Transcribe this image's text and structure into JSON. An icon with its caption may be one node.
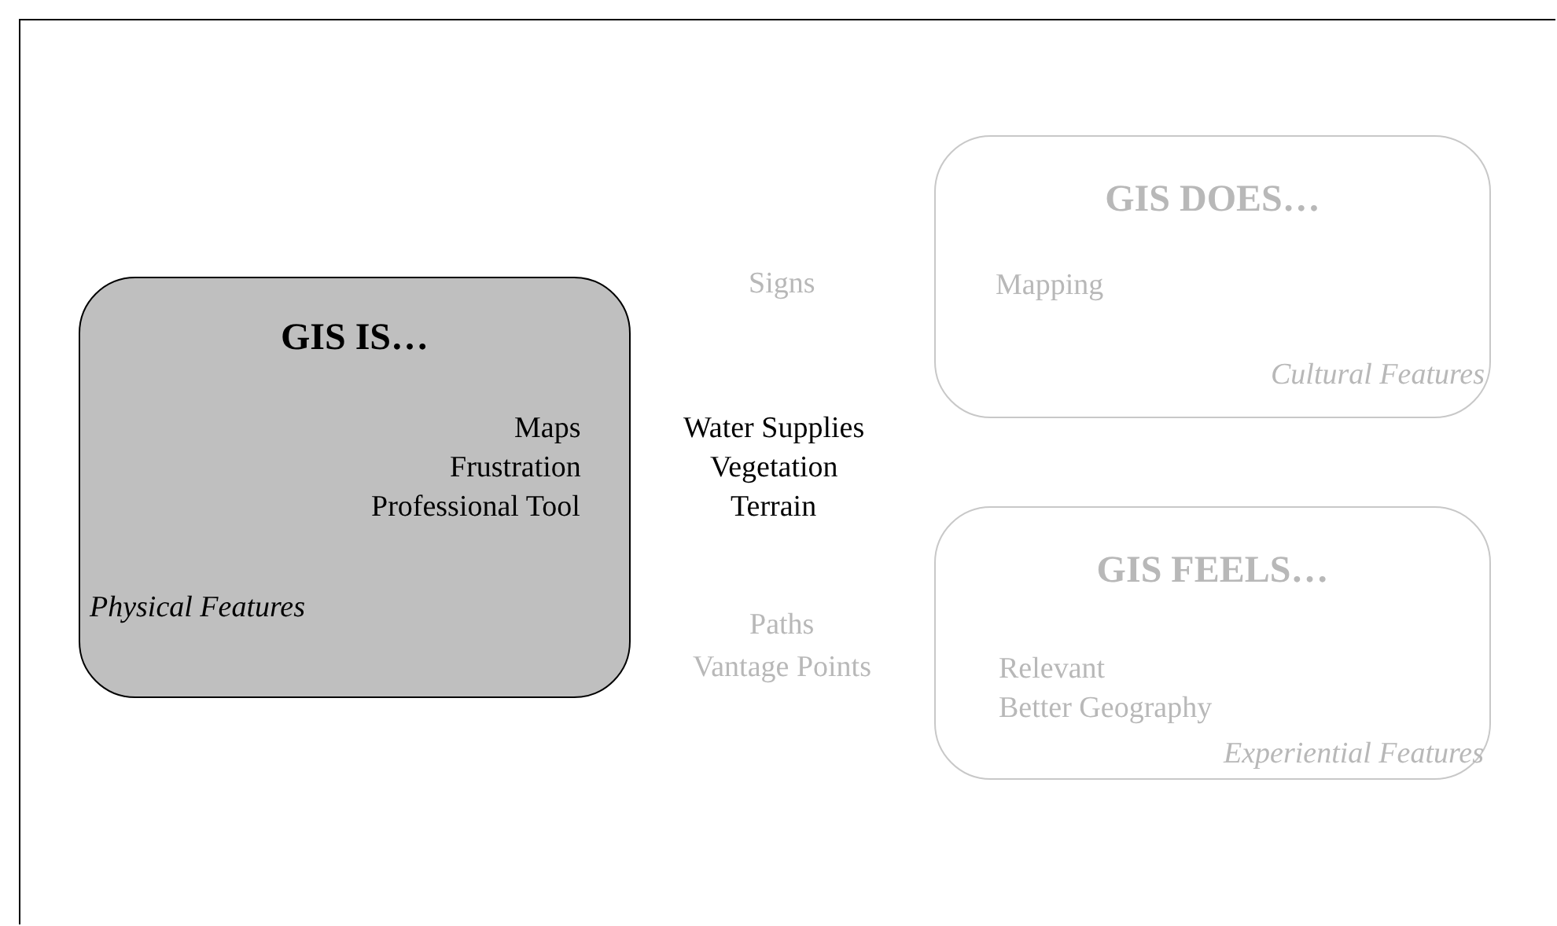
{
  "diagram": {
    "nodes": [
      {
        "text": [
          "GIS IS…",
          "Maps",
          "Frustration",
          "Professional Tool",
          "Physical Features"
        ]
      },
      {
        "text": [
          "GIS DOES…",
          "Mapping",
          "Cultural Features"
        ]
      },
      {
        "text": [
          "GIS FEELS…",
          "Relevant",
          "Better Geography",
          "Experiential Features"
        ]
      }
    ],
    "edges": [],
    "labels": [
      "Signs",
      "Water Supplies",
      "Vegetation",
      "Terrain",
      "Paths",
      "Vantage Points"
    ]
  }
}
